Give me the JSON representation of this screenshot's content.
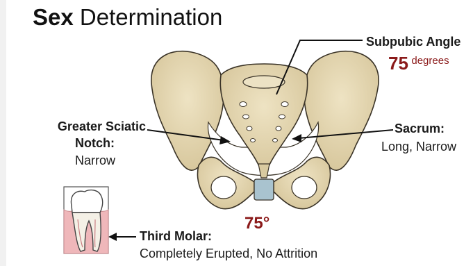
{
  "title": {
    "bold": "Sex",
    "rest": " Determination"
  },
  "labels": {
    "subpubic": {
      "heading": "Subpubic Angle",
      "value": "75",
      "unit": "degrees"
    },
    "sciatic": {
      "line1": "Greater Sciatic",
      "line2": "Notch:",
      "desc": "Narrow"
    },
    "sacrum": {
      "heading": "Sacrum:",
      "desc": "Long, Narrow"
    },
    "molar": {
      "heading": "Third Molar:",
      "desc": "Completely Erupted, No Attrition"
    },
    "angle": "75°"
  },
  "colors": {
    "bone": "#e3d6b1",
    "bone_shade": "#c8b78a",
    "outline": "#3a3327",
    "accent": "#8b1a1a",
    "cartilage": "#a9c3cf"
  }
}
